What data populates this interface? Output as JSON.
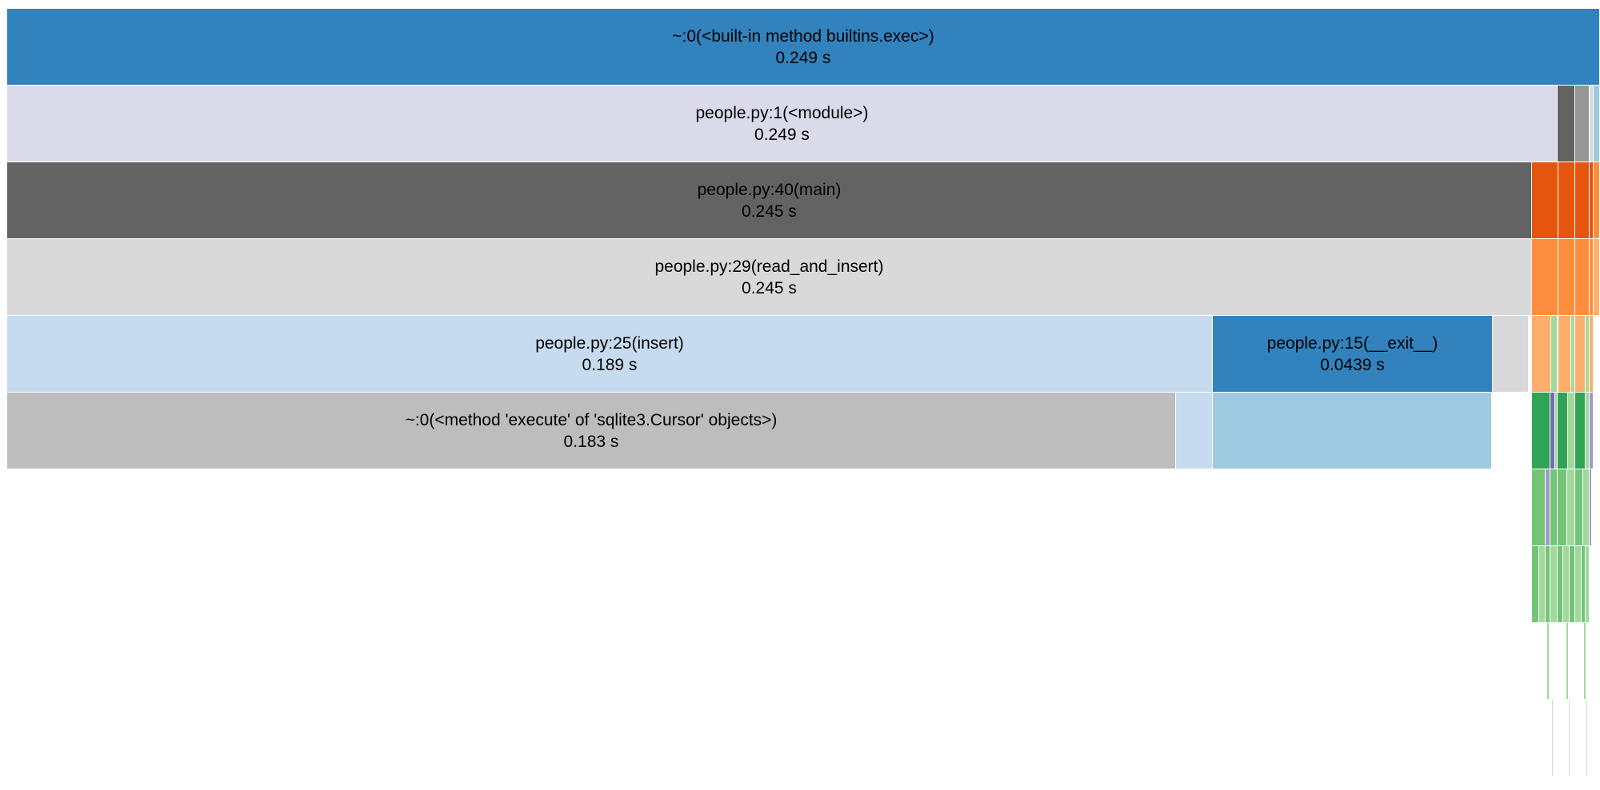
{
  "view": "icicle",
  "colors": {
    "blue": "#3182bd",
    "blue_light": "#c6dbef",
    "blue_pale": "#9ecae1",
    "lavender": "#dadaeb",
    "gray_dark": "#636363",
    "gray_mid": "#969696",
    "gray_light": "#d9d9d9",
    "gray_silver": "#bdbdbd",
    "orange_dark": "#e6550d",
    "orange": "#fd8d3c",
    "orange_light": "#fdae6b",
    "green_dark": "#31a354",
    "green": "#74c476",
    "green_light": "#a1d99b",
    "purple": "#756bb1",
    "purple_light": "#9e9ac8"
  },
  "labeled_frames": [
    {
      "label": "~:0(<built-in method builtins.exec>)",
      "time": "0.249 s",
      "color": "blue"
    },
    {
      "label": "people.py:1(<module>)",
      "time": "0.249 s",
      "color": "lavender"
    },
    {
      "label": "people.py:40(main)",
      "time": "0.245 s",
      "color": "gray_dark"
    },
    {
      "label": "people.py:29(read_and_insert)",
      "time": "0.245 s",
      "color": "gray_light"
    },
    {
      "label": "people.py:25(insert)",
      "time": "0.189 s",
      "color": "blue_light"
    },
    {
      "label": "people.py:15(__exit__)",
      "time": "0.0439 s",
      "color": "blue"
    },
    {
      "label": "~:0(<method 'execute' of 'sqlite3.Cursor' objects>)",
      "time": "0.183 s",
      "color": "gray_silver"
    }
  ]
}
